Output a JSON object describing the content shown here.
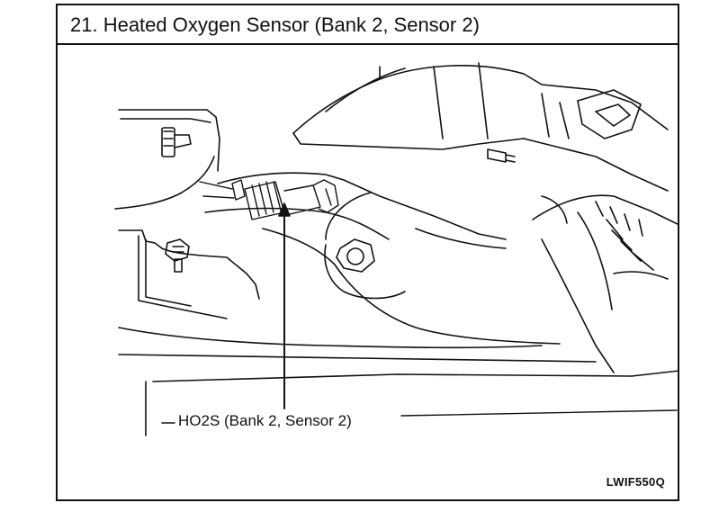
{
  "figure": {
    "title": "21. Heated Oxygen Sensor (Bank 2, Sensor 2)",
    "callout_label": "HO2S (Bank 2, Sensor 2)",
    "figure_code": "LWIF550Q"
  },
  "colors": {
    "line": "#111111",
    "background": "#ffffff"
  }
}
